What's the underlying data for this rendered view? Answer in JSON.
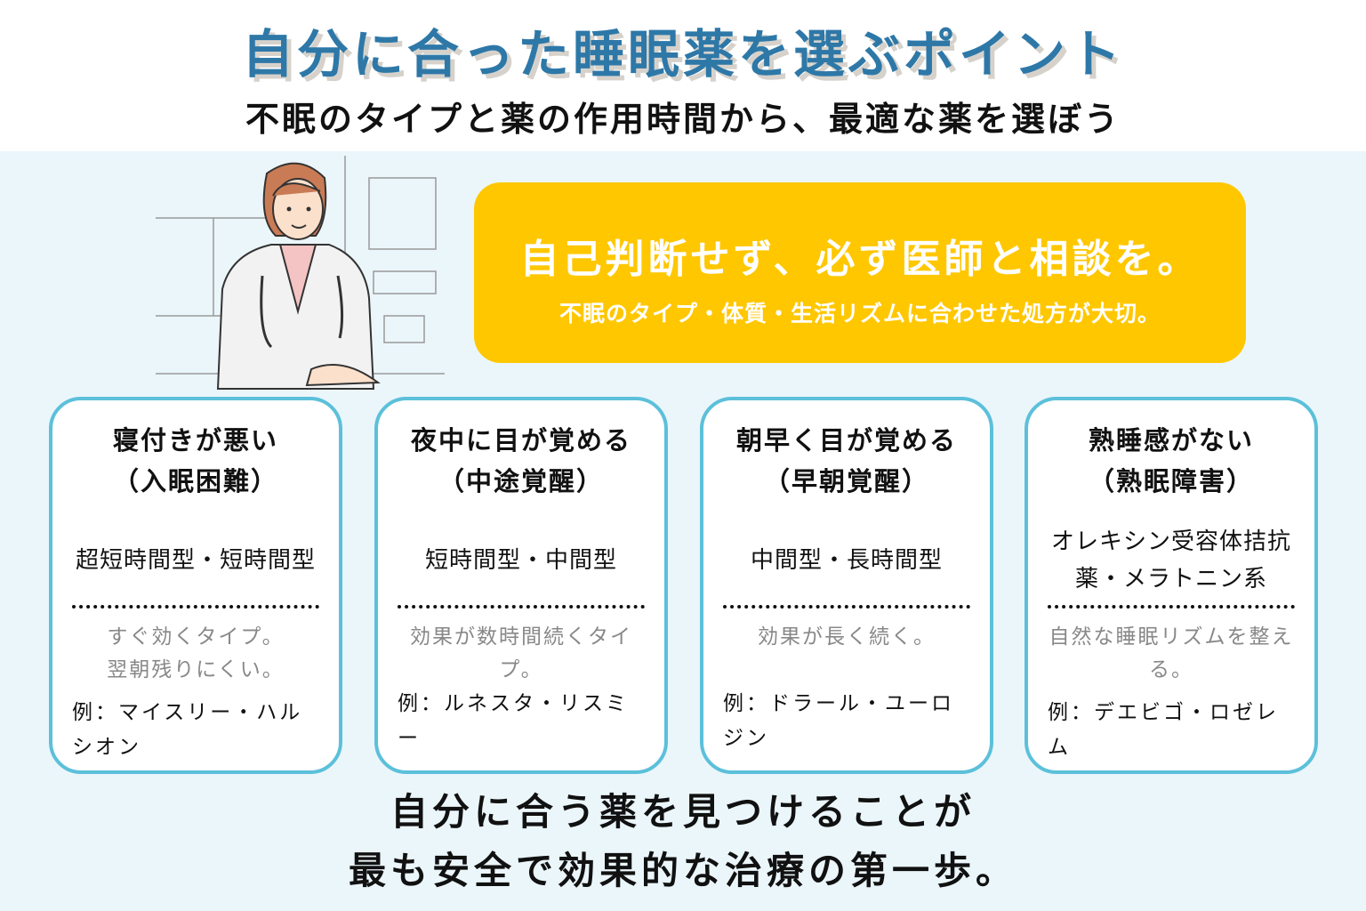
{
  "header": {
    "title": "自分に合った睡眠薬を選ぶポイント",
    "subtitle": "不眠のタイプと薬の作用時間から、最適な薬を選ぼう"
  },
  "callout": {
    "main": "自己判断せず、必ず医師と相談を。",
    "sub": "不眠のタイプ・体質・生活リズムに合わせた処方が大切。"
  },
  "colors": {
    "title": "#2e78a8",
    "callout": "#ffc700",
    "card_border": "#5cc0da",
    "background": "#ebf6fb"
  },
  "cards": [
    {
      "title1": "寝付きが悪い",
      "title2": "（入眠困難）",
      "type": "超短時間型・短時間型",
      "desc": "すぐ効くタイプ。\n翌朝残りにくい。",
      "example": "例：マイスリー・ハルシオン"
    },
    {
      "title1": "夜中に目が覚める",
      "title2": "（中途覚醒）",
      "type": "短時間型・中間型",
      "desc": "効果が数時間続くタイプ。",
      "example": "例：ルネスタ・リスミー"
    },
    {
      "title1": "朝早く目が覚める",
      "title2": "（早朝覚醒）",
      "type": "中間型・長時間型",
      "desc": "効果が長く続く。",
      "example": "例：ドラール・ユーロジン"
    },
    {
      "title1": "熟睡感がない",
      "title2": "（熟眠障害）",
      "type": "オレキシン受容体拮抗薬・メラトニン系",
      "desc": "自然な睡眠リズムを整える。",
      "example": "例：デエビゴ・ロゼレム"
    }
  ],
  "bottom": {
    "line1": "自分に合う薬を見つけることが",
    "line2": "最も安全で効果的な治療の第一歩。"
  }
}
